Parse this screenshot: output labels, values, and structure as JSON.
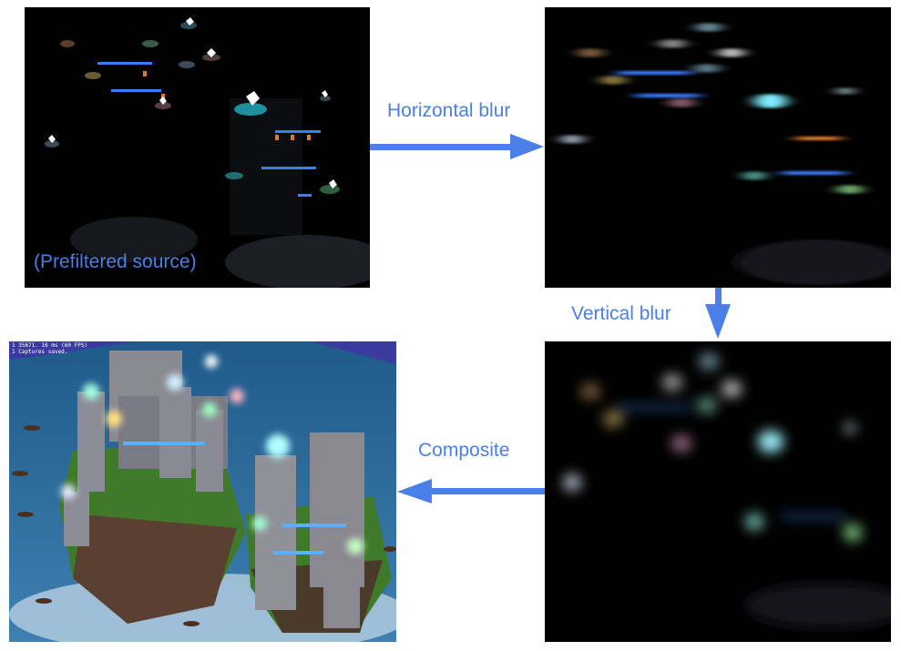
{
  "steps": {
    "source_label": "(Prefiltered source)",
    "horizontal_label": "Horizontal blur",
    "vertical_label": "Vertical blur",
    "composite_label": "Composite"
  },
  "composite_hud": {
    "line1": "1 35671. 16 ms (60 FPS)",
    "line2": "1 Captures saved."
  },
  "colors": {
    "accent": "#4a7fe8",
    "panel_background": "#000000",
    "page_background": "#ffffff"
  },
  "icons": {
    "arrow_right": "arrow-right-icon",
    "arrow_down": "arrow-down-icon",
    "arrow_left": "arrow-left-icon"
  }
}
